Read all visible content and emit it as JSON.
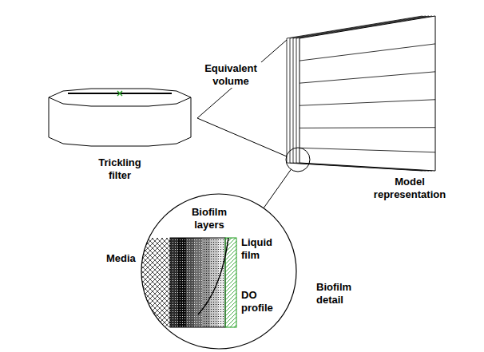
{
  "diagram": {
    "nodes": [
      {
        "text": [
          "Trickling filter"
        ]
      },
      {
        "text": [
          "Model representation"
        ]
      },
      {
        "text": [
          "Biofilm detail"
        ]
      }
    ],
    "edges": [
      {
        "from": 0,
        "to": 1,
        "arrow": "none",
        "label": "Equivalent volume"
      },
      {
        "from": 2,
        "to": 1,
        "arrow": "none"
      }
    ],
    "labels": [
      "Biofilm layers",
      "Media",
      "Liquid film",
      "DO profile"
    ]
  }
}
